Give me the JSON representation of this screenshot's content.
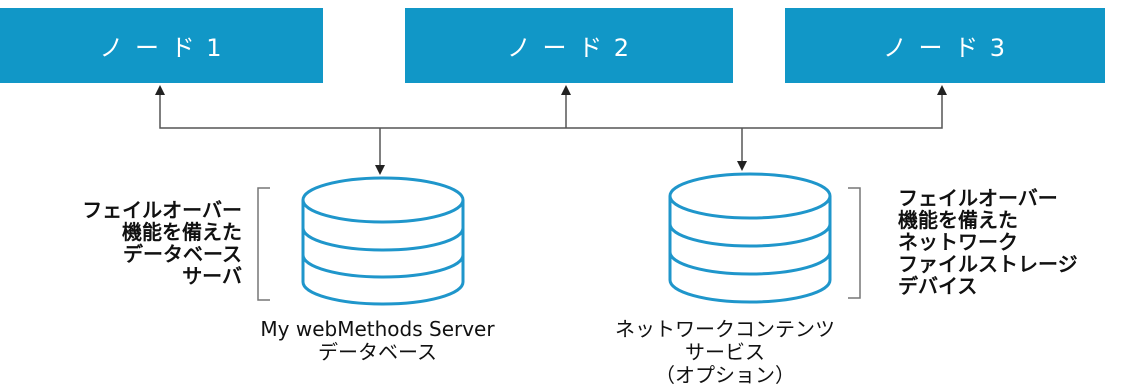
{
  "nodes": [
    {
      "label": "ノ ー ド  1"
    },
    {
      "label": "ノ ー ド  2"
    },
    {
      "label": "ノ ー ド  3"
    }
  ],
  "left_db": {
    "label_lines": [
      "フェイルオーバー",
      "機能を備えた",
      "データベース",
      "サーバ"
    ],
    "caption_lines": [
      "My webMethods Server",
      "データベース"
    ]
  },
  "right_db": {
    "label_lines": [
      "フェイルオーバー",
      "機能を備えた",
      "ネットワーク",
      "ファイルストレージ",
      "デバイス"
    ],
    "caption_lines": [
      "ネットワークコンテンツ",
      "サービス",
      "（オプション）"
    ]
  },
  "colors": {
    "node": "#1197c7",
    "db_stroke": "#1f96cb",
    "line": "#555555"
  }
}
